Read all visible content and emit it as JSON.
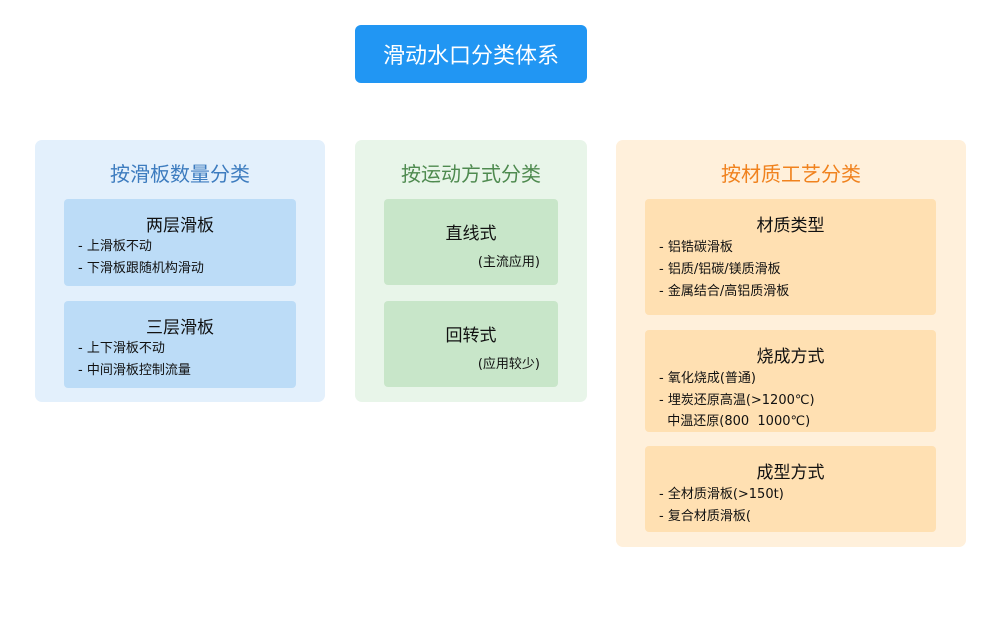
{
  "title": "滑动水口分类体系",
  "panels": [
    {
      "title": "按滑板数量分类",
      "cards": [
        {
          "title": "两层滑板",
          "lines": [
            "- 上滑板不动",
            "- 下滑板跟随机构滑动"
          ]
        },
        {
          "title": "三层滑板",
          "lines": [
            "- 上下滑板不动",
            "- 中间滑板控制流量"
          ]
        }
      ]
    },
    {
      "title": "按运动方式分类",
      "cards": [
        {
          "title": "直线式",
          "sub": "(主流应用)"
        },
        {
          "title": "回转式",
          "sub": "(应用较少)"
        }
      ]
    },
    {
      "title": "按材质工艺分类",
      "cards": [
        {
          "title": "材质类型",
          "lines": [
            "- 铝锆碳滑板",
            "- 铝质/铝碳/镁质滑板",
            "- 金属结合/高铝质滑板"
          ]
        },
        {
          "title": "烧成方式",
          "lines": [
            "- 氧化烧成(普通)",
            "- 埋炭还原高温(>1200℃)",
            "  中温还原(800  1000℃)"
          ]
        },
        {
          "title": "成型方式",
          "lines": [
            "- 全材质滑板(>150t)",
            "- 复合材质滑板("
          ]
        }
      ]
    }
  ],
  "colors": {
    "title_bg": "#2196f3",
    "panel_a_bg": "#e3f0fc",
    "panel_a_title": "#3d7cbf",
    "panel_a_card": "#bcdcf7",
    "panel_b_bg": "#e8f5e9",
    "panel_b_title": "#4e8a4f",
    "panel_b_card": "#c8e6c9",
    "panel_c_bg": "#fff0db",
    "panel_c_title": "#f0821e",
    "panel_c_card": "#ffe0b2"
  }
}
